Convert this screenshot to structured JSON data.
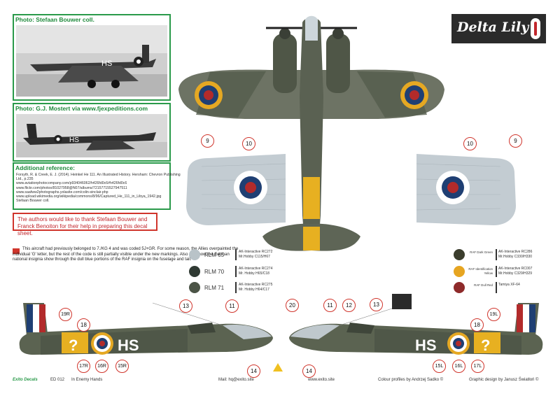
{
  "photo1": {
    "caption": "Photo: Stefaan Bouwer coll.",
    "code": "HS"
  },
  "photo2": {
    "caption": "Photo: G.J. Mostert via www.fjexpeditions.com",
    "code": "HS"
  },
  "references": {
    "title": "Additional reference:",
    "lines": [
      "Forsyth, R. & Creek, E. J. (2014). Heinkel He 111. An Illustrated History. Hersham: Chevron Publishing",
      "Ltd., p.235",
      "www.aviationphotocompany.com/p934046062/h426fd0c6#h426fd0c6",
      "www.flickr.com/photos/81027958@N07/albums/72157715527947511",
      "www.saafww2photographs.yolasite.com/colin-sinclair.php",
      "www.upload.wikimedia.org/wikipedia/commons/8/96/Captured_He_111_in_Libya_1942.jpg",
      "Stefaan Bouwer coll."
    ]
  },
  "thanks": "The authors would like to thank Stefaan Bouwer and Franck Benoiton for their help in preparing this decal sheet.",
  "note": "This aircraft had previously belonged to 7./KG 4 and was coded 5J+GR. For some reason, the Allies overpainted the individual 'G' letter, but the rest of the code is still partially visible under the new markings. Also note how the German national insignia show through the dull blue portions of the RAF insignia on the fuselage and tail.",
  "logo": {
    "text": "Delta Lily"
  },
  "rlm_colors": [
    {
      "name": "RLM 65",
      "color": "#b9c3c8",
      "lines": [
        "AK-Interactive RC272",
        "Mr.Hobby C115/H67"
      ]
    },
    {
      "name": "RLM 70",
      "color": "#2f3a33",
      "lines": [
        "AK-Interactive RC274",
        "Mr. Hobby H65/C18"
      ]
    },
    {
      "name": "RLM 71",
      "color": "#4b5446",
      "lines": [
        "AK-Interactive RC275",
        "Mr. Hobby H64/C17"
      ]
    }
  ],
  "raf_colors": [
    {
      "name": "RAF Dark Green",
      "color": "#3b3d2d",
      "lines": [
        "AK-Interactive RC286",
        "Mr.Hobby C330/H330"
      ]
    },
    {
      "name": "RAF Identification Yellow",
      "color": "#e6a521",
      "lines": [
        "AK-Interactive RC007",
        "Mr.Hobby C329/H329"
      ]
    },
    {
      "name": "RAF Dull Red",
      "color": "#8e2a2a",
      "lines": [
        "Tamiya XF-64"
      ]
    }
  ],
  "callouts": {
    "c9a": "9",
    "c9b": "9",
    "c10a": "10",
    "c10b": "10",
    "c19r": "19R",
    "c18a": "18",
    "c17r": "17R",
    "c16r": "16R",
    "c15r": "15R",
    "c13a": "13",
    "c11a": "11",
    "c14a": "14",
    "c20": "20",
    "c11b": "11",
    "c12": "12",
    "c13b": "13",
    "c14b": "14",
    "c19l": "19L",
    "c18b": "18",
    "c15l": "15L",
    "c16l": "16L",
    "c17l": "17L"
  },
  "aircraft": {
    "code_left": "HS",
    "code_right": "HS",
    "individual": "?"
  },
  "footer": {
    "brand": "Exito Decals",
    "code": "ED 012",
    "title": "In Enemy Hands",
    "mail": "Mail: hq@exito.site",
    "web": "www.exito.site",
    "profiles": "Colour profiles by Andrzej Sadko ©",
    "design": "Graphic design by Janusz Światłoń ©"
  }
}
